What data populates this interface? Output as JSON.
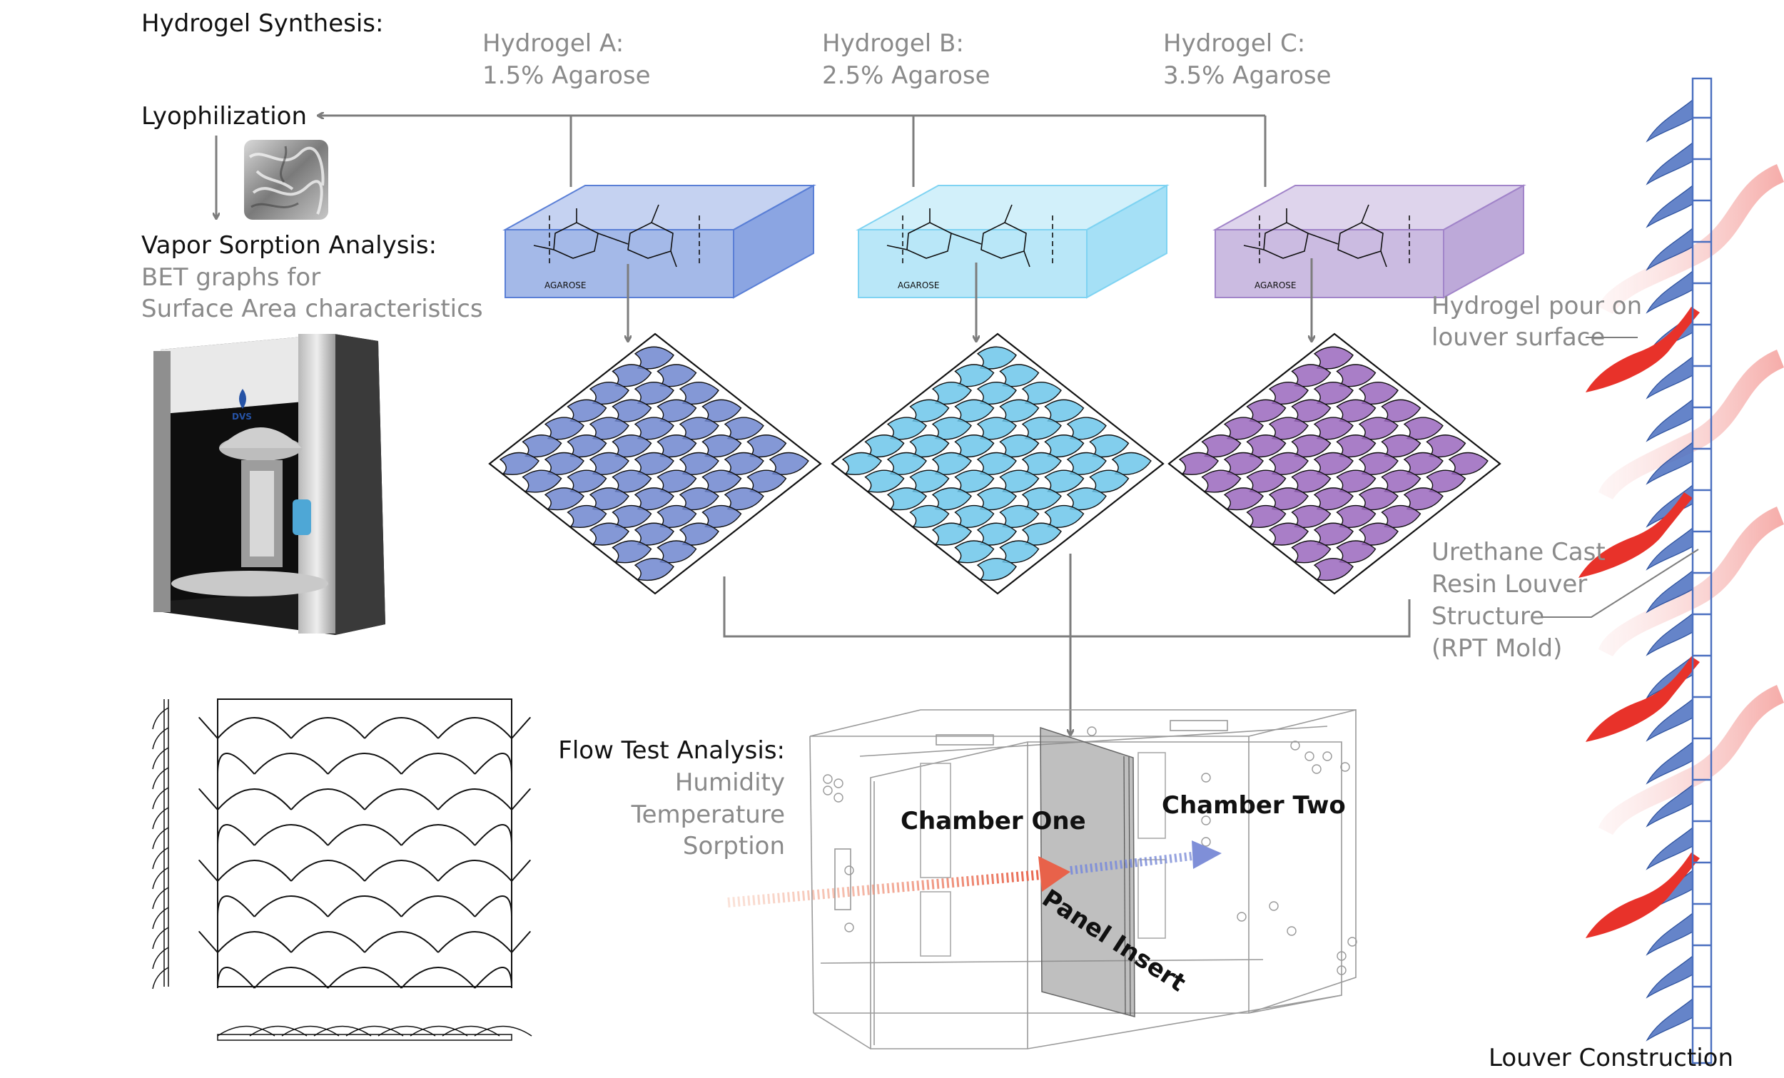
{
  "labels": {
    "hydrogel_synthesis": "Hydrogel Synthesis:",
    "lyophilization": "Lyophilization",
    "vapor_title": "Vapor Sorption Analysis:",
    "vapor_line1": "BET graphs for",
    "vapor_line2": "Surface Area characteristics",
    "flow_title": "Flow Test Analysis:",
    "flow_humidity": "Humidity",
    "flow_temperature": "Temperature",
    "flow_sorption": "Sorption",
    "chamber_one": "Chamber One",
    "chamber_two": "Chamber Two",
    "panel_insert": "Panel Insert",
    "hydrogel_pour_1": "Hydrogel pour on",
    "hydrogel_pour_2": "louver surface",
    "urethane_1": "Urethane Cast",
    "urethane_2": "Resin Louver",
    "urethane_3": "Structure",
    "urethane_4": "(RPT Mold)",
    "louver_construction": "Louver Construction",
    "agarose": "AGAROSE",
    "dvs_logo": "DVS"
  },
  "hydrogels": [
    {
      "name": "Hydrogel A:",
      "concentration": "1.5% Agarose",
      "color": "#5a7fd6",
      "panel_fill": "#6f86cf"
    },
    {
      "name": "Hydrogel B:",
      "concentration": "2.5% Agarose",
      "color": "#7fd3f2",
      "panel_fill": "#6cc6ea"
    },
    {
      "name": "Hydrogel C:",
      "concentration": "3.5% Agarose",
      "color": "#a184c9",
      "panel_fill": "#9a67bd"
    }
  ],
  "colors": {
    "arrow_grey": "#7d7d7d",
    "warm_flow": "#e8624a",
    "cool_flow": "#7f8fd8",
    "louver_blue": "#4a6fc0",
    "hydrogel_red": "#e8322a"
  }
}
